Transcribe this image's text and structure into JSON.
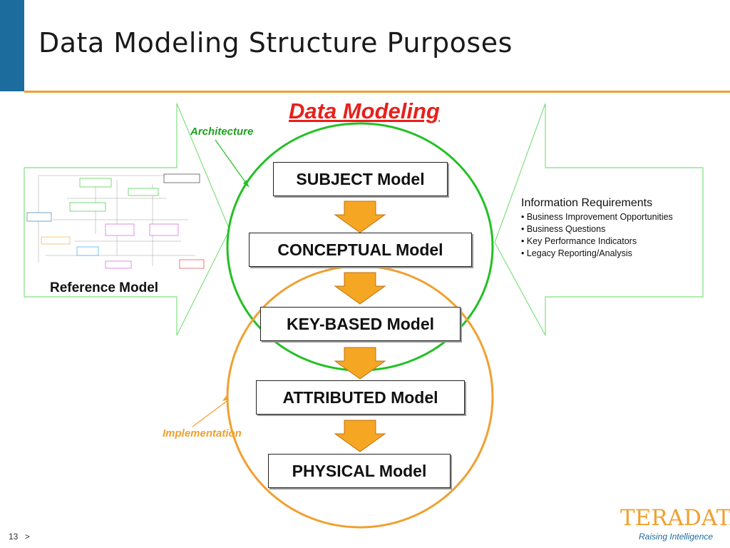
{
  "slide": {
    "title": "Data Modeling Structure Purposes",
    "page_number": "13",
    "page_marker": ">"
  },
  "diagram": {
    "heading": "Data Modeling",
    "architecture_label": "Architecture",
    "implementation_label": "Implementation",
    "models": [
      {
        "label": "SUBJECT Model"
      },
      {
        "label": "CONCEPTUAL Model"
      },
      {
        "label": "KEY-BASED Model"
      },
      {
        "label": "ATTRIBUTED Model"
      },
      {
        "label": "PHYSICAL Model"
      }
    ],
    "left_panel": {
      "label": "Reference Model"
    },
    "right_panel": {
      "heading": "Information Requirements",
      "items": [
        "• Business Improvement Opportunities",
        "• Business Questions",
        "• Key Performance Indicators",
        "• Legacy Reporting/Analysis"
      ]
    }
  },
  "colors": {
    "header_bar": "#1d6c9e",
    "accent_orange": "#f0a030",
    "title_red": "#e8201a",
    "architecture_green": "#22c022",
    "arrow_green_outline": "#7fe07f",
    "down_arrow_fill": "#f5a623"
  },
  "logo": {
    "word": "TERADATA",
    "tagline": "Raising Intelligence"
  }
}
